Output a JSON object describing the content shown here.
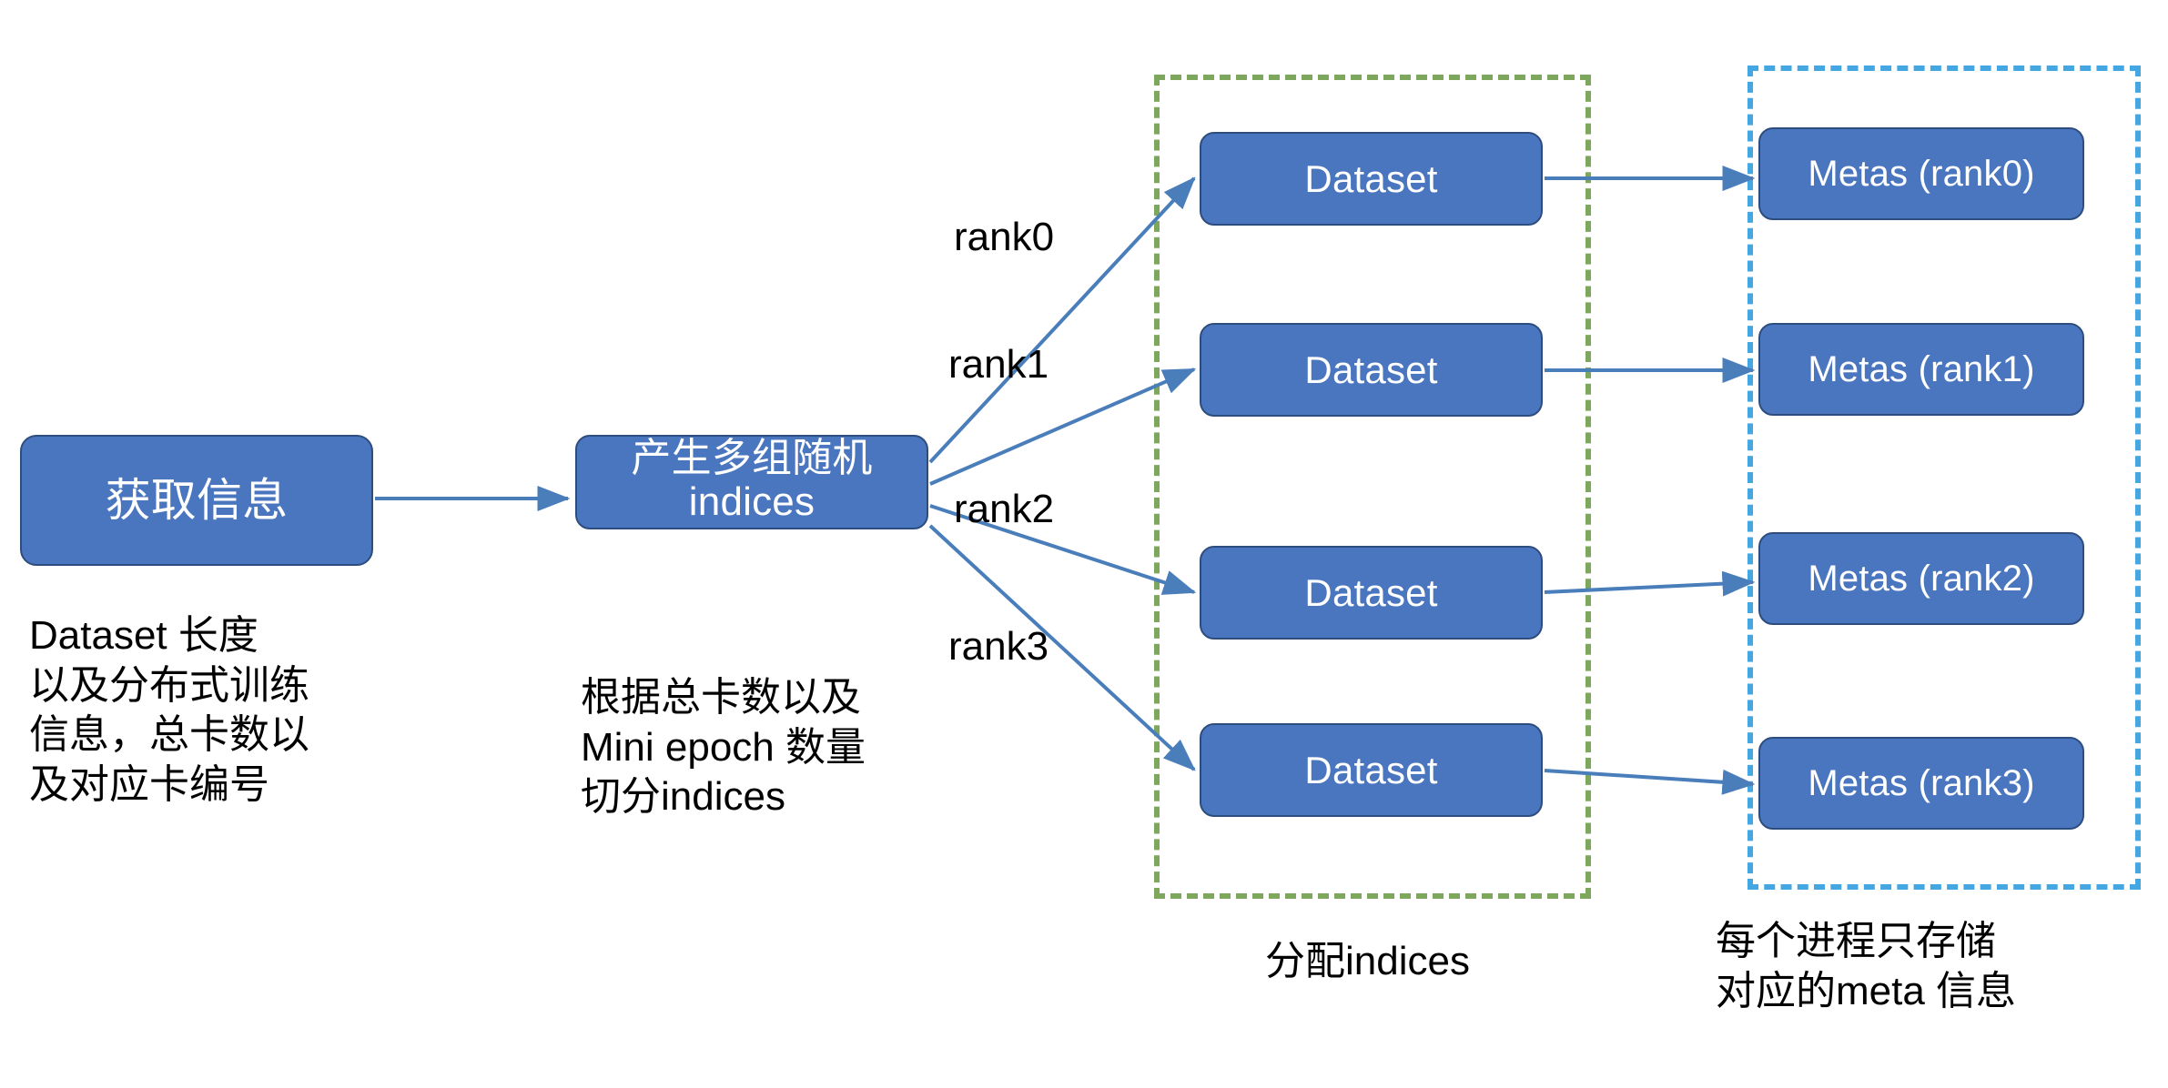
{
  "diagram": {
    "title": "Distributed dataset indices partitioning flow",
    "background": "#ffffff",
    "colors": {
      "node_fill": "#4a76bf",
      "node_border": "#2e4d7f",
      "node_text": "#ffffff",
      "connector": "#4a7ebb",
      "datasets_panel_border": "#7da75c",
      "metas_panel_border": "#44a7e2",
      "caption_text": "#000000"
    }
  },
  "nodes": {
    "get_info": "获取信息",
    "gen_indices": "产生多组随机\nindices",
    "datasets": [
      {
        "label": "Dataset"
      },
      {
        "label": "Dataset"
      },
      {
        "label": "Dataset"
      },
      {
        "label": "Dataset"
      }
    ],
    "metas": [
      {
        "label": "Metas (rank0)"
      },
      {
        "label": "Metas (rank1)"
      },
      {
        "label": "Metas (rank2)"
      },
      {
        "label": "Metas (rank3)"
      }
    ]
  },
  "edge_labels": {
    "rank0": "rank0",
    "rank1": "rank1",
    "rank2": "rank2",
    "rank3": "rank3"
  },
  "captions": {
    "left": "Dataset 长度\n以及分布式训练\n信息，总卡数以\n及对应卡编号",
    "middle": "根据总卡数以及\nMini epoch 数量\n切分indices",
    "datasets_panel": "分配indices",
    "metas_panel": "每个进程只存储\n对应的meta 信息"
  }
}
